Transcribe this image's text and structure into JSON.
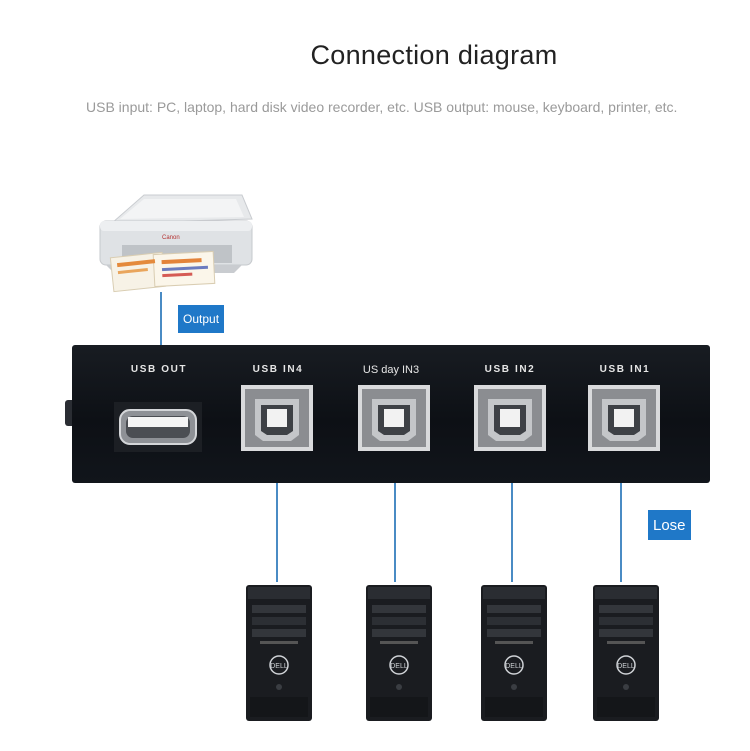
{
  "header": {
    "title": "Connection diagram",
    "subtitle": "USB input: PC, laptop, hard disk video recorder, etc. USB output: mouse, keyboard, printer, etc."
  },
  "tags": {
    "output": "Output",
    "lose": "Lose"
  },
  "switch_box": {
    "ports": [
      {
        "label": "USB OUT",
        "type": "usb-a"
      },
      {
        "label": "USB IN4",
        "type": "usb-b"
      },
      {
        "label": "US day IN3",
        "type": "usb-b"
      },
      {
        "label": "USB IN2",
        "type": "usb-b"
      },
      {
        "label": "USB IN1",
        "type": "usb-b"
      }
    ]
  },
  "devices": {
    "printer_brand": "Canon",
    "computer_brand": "DELL",
    "computer_count": 4
  },
  "colors": {
    "wire": "#4a8bc4",
    "tag_background": "#1f78c8",
    "switch_body": "#111419"
  }
}
